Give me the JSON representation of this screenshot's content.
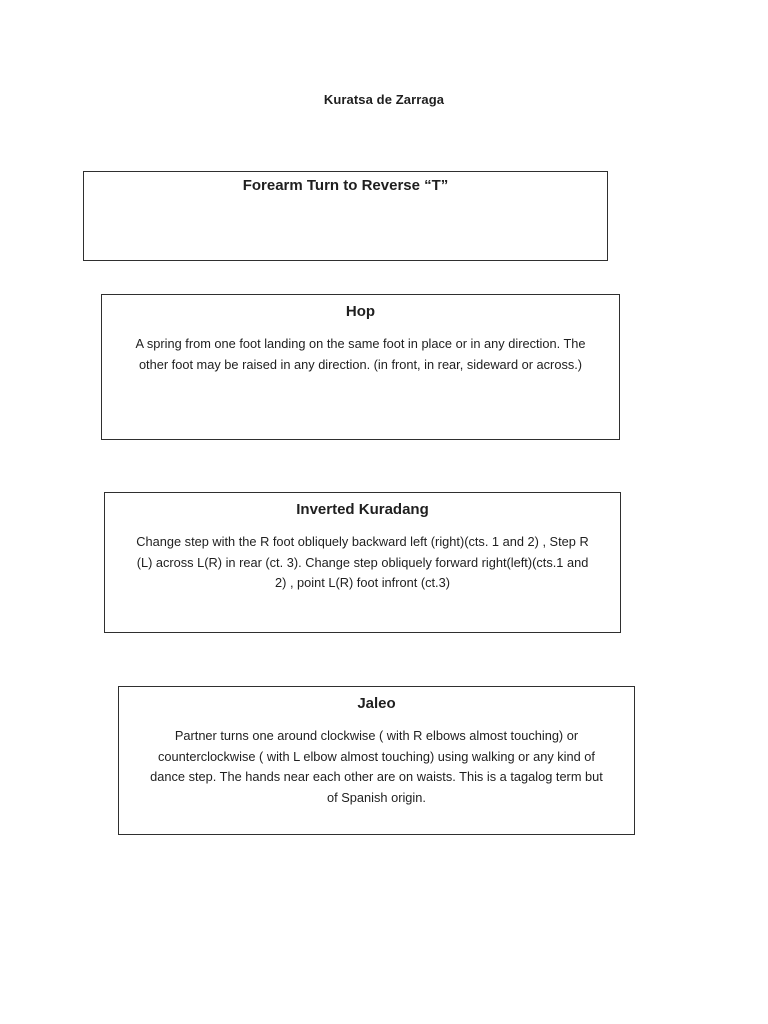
{
  "document": {
    "title": "Kuratsa de Zarraga"
  },
  "terms": [
    {
      "title": "Forearm Turn to Reverse “T”",
      "definition": ""
    },
    {
      "title": "Hop",
      "definition": "A spring from one foot landing on the same foot in place or in any direction. The\nother foot may be raised in any direction. (in front, in rear, sideward or across.)"
    },
    {
      "title": "Inverted Kuradang",
      "definition": "Change step with the R foot obliquely backward left (right)(cts. 1 and 2) , Step R\n(L) across L(R) in rear (ct. 3).  Change step obliquely forward right(left)(cts.1 and\n2) , point L(R) foot infront (ct.3)"
    },
    {
      "title": "Jaleo",
      "definition": "Partner turns one around clockwise ( with R elbows almost touching) or\ncounterclockwise ( with L elbow almost touching) using walking or any kind of\ndance step. The hands near each other are on waists. This is a tagalog term but\nof Spanish origin."
    }
  ],
  "colors": {
    "page_background": "#ffffff",
    "text": "#1f1f1f",
    "box_border": "#2f2f2f"
  }
}
